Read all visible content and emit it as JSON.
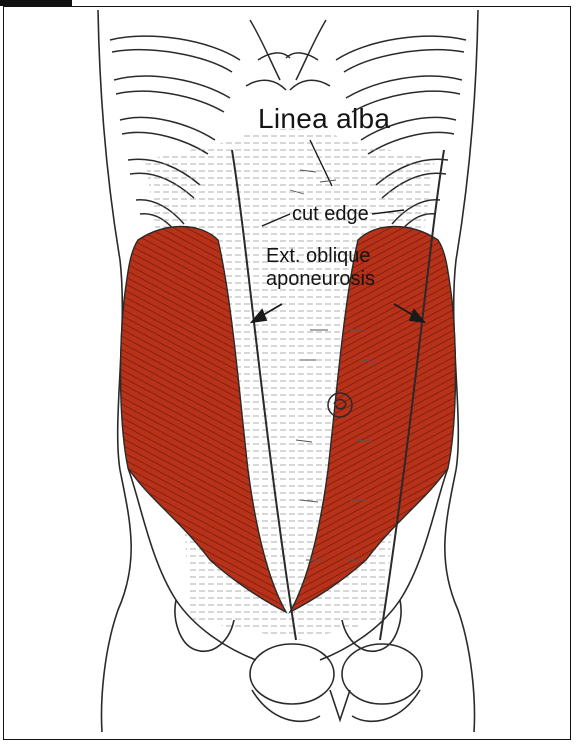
{
  "labels": {
    "linea_alba": "Linea alba",
    "cut_edge": "cut edge",
    "ext_oblique_line1": "Ext. oblique",
    "ext_oblique_line2": "aponeurosis"
  },
  "colors": {
    "muscle": "#b8321a",
    "muscle_dark": "#7a1d0c",
    "outline": "#2a2a2a",
    "background": "#ffffff"
  }
}
